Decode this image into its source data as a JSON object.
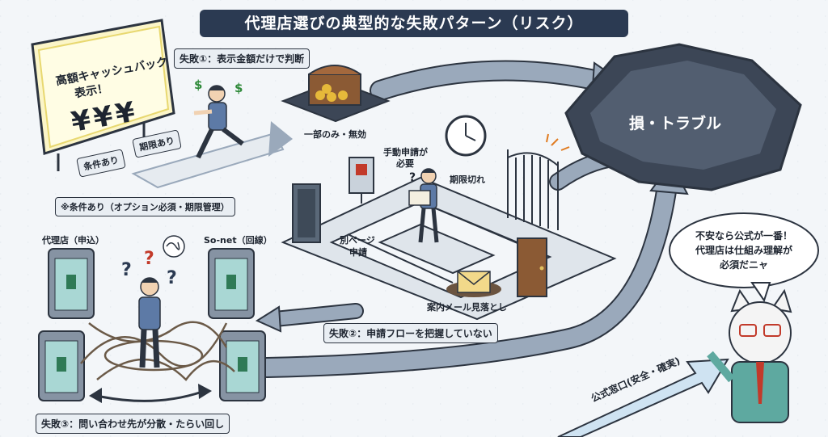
{
  "title": "代理店選びの典型的な失敗パターン（リスク）",
  "billboard": {
    "headline_line1": "高額キャッシュバック",
    "headline_line2": "表示！",
    "yen": "¥¥¥",
    "sign_left": "条件あり",
    "sign_right": "期限あり"
  },
  "failure1": {
    "label": "失敗①：表示金額だけで判断",
    "chest_caption": "一部のみ・無効",
    "note": "※条件あり（オプション必須・期限管理）"
  },
  "failure2": {
    "label": "失敗②：申請フローを把握していない",
    "manual_line1": "手動申請が",
    "manual_line2": "必要",
    "expired": "期限切れ",
    "separate_line1": "別ページ",
    "separate_line2": "申請",
    "missed_mail": "案内メール見落とし"
  },
  "failure3": {
    "label": "失敗③：問い合わせ先が分散・たらい回し",
    "agency": "代理店（申込）",
    "sonet": "So-net（回線）"
  },
  "loss": "損・トラブル",
  "official": "公式窓口(安全・確実)",
  "cat_bubble": {
    "line1": "不安なら公式が一番！",
    "line2": "代理店は仕組み理解が",
    "line3": "必須だニャ"
  },
  "colors": {
    "title_bg": "#2b3a52",
    "arrow_fill": "#9aa9bb",
    "pit": "#3c4656",
    "official_arrow": "#cfe3f2"
  }
}
